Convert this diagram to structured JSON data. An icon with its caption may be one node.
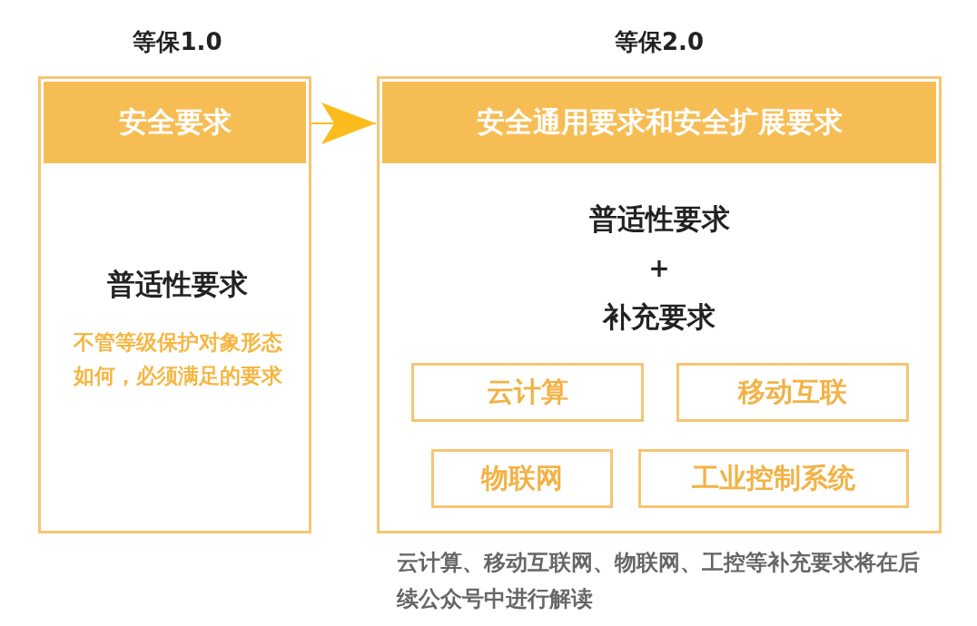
{
  "diagram": {
    "nodes": [
      {
        "text": [
          "等保1.0",
          "普适性要求",
          "不管等级保护对象形态如何，必须满足的要求"
        ]
      },
      {
        "text": [
          "安全要求"
        ],
        "in": 0
      },
      {
        "text": [
          "等保2.0",
          "普适性要求",
          "+",
          "补充要求"
        ],
        "beside": [
          "云计算、移动互联网、物联网、工控等补充要求将在后续公众号中进行解读"
        ]
      },
      {
        "text": [
          "安全通用要求和安全扩展要求"
        ],
        "in": 2
      },
      {
        "text": [
          "云计算"
        ],
        "in": 2
      },
      {
        "text": [
          "移动互联"
        ],
        "in": 2
      },
      {
        "text": [
          "物联网"
        ],
        "in": 2
      },
      {
        "text": [
          "工业控制系统"
        ],
        "in": 2
      }
    ],
    "edges": [
      {
        "from": 0,
        "to": 2,
        "arrow": "to"
      }
    ]
  }
}
